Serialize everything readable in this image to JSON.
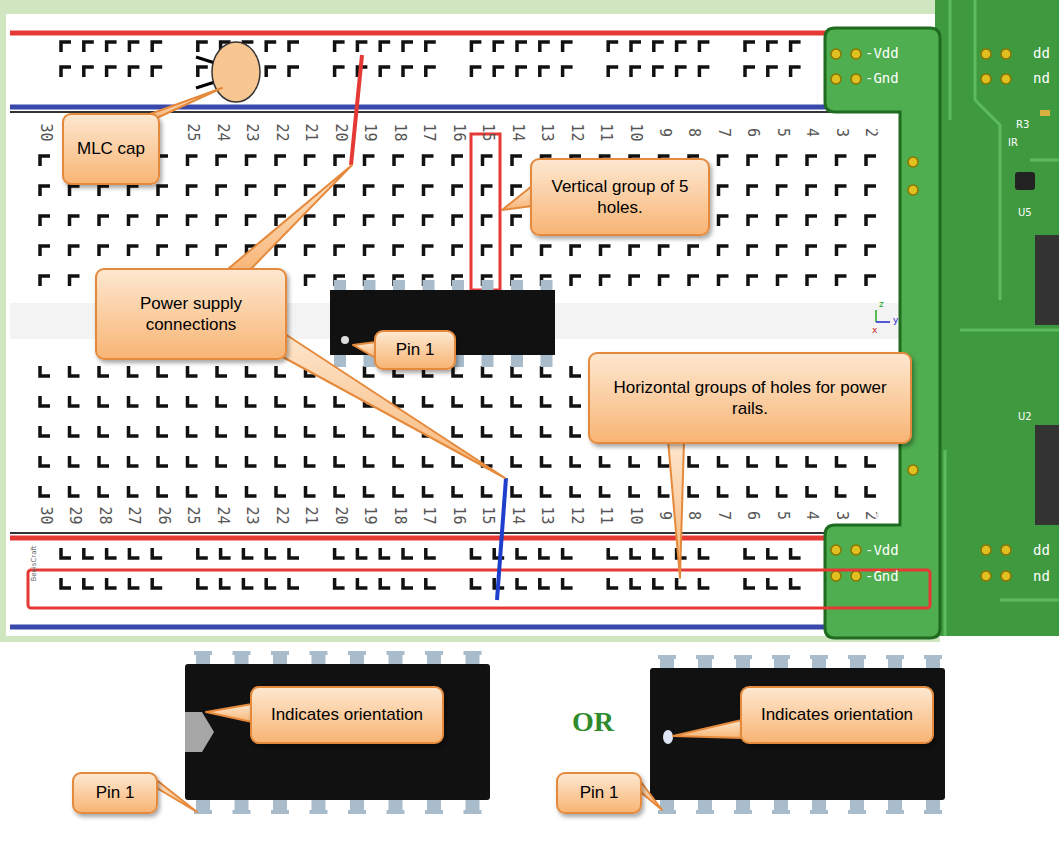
{
  "diagram": {
    "nodes": [
      {
        "text": [
          "MLC cap"
        ]
      },
      {
        "text": [
          "Vertical group of 5 holes."
        ]
      },
      {
        "text": [
          "Power supply connections"
        ]
      },
      {
        "text": [
          "Pin 1"
        ]
      },
      {
        "text": [
          "Horizontal groups of holes for power rails."
        ]
      },
      {
        "text": [
          "Indicates orientation"
        ]
      },
      {
        "text": [
          "Indicates orientation"
        ]
      },
      {
        "text": [
          "Pin 1"
        ]
      },
      {
        "text": [
          "Pin 1"
        ]
      }
    ],
    "edges": [],
    "labels": [
      "30",
      "25",
      "24",
      "23",
      "22",
      "21",
      "20",
      "19",
      "18",
      "17",
      "16",
      "15",
      "14",
      "13",
      "12",
      "11",
      "10",
      "9",
      "8",
      "7",
      "6",
      "5",
      "4",
      "3",
      "2",
      "30",
      "29",
      "28",
      "27",
      "26",
      "25",
      "24",
      "23",
      "22",
      "21",
      "20",
      "19",
      "18",
      "17",
      "16",
      "15",
      "14",
      "13",
      "12",
      "11",
      "10",
      "9",
      "8",
      "7",
      "6",
      "5",
      "4",
      "3",
      "2",
      "-Vdd",
      "-Gnd",
      "Gnd",
      "Vdd",
      "-Vdd",
      "-Gnd",
      "dd",
      "nd",
      "dd",
      "nd",
      "R3",
      "IR",
      "U5",
      "U2",
      "OR",
      "z",
      "y",
      "x",
      "BeeisCraft"
    ]
  }
}
